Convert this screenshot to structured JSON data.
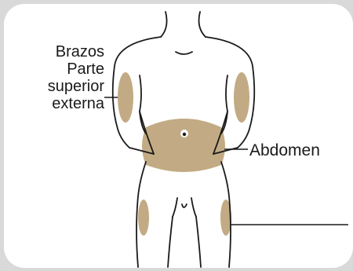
{
  "labels": {
    "arms_line_1": "Brazos",
    "arms_line_2": "Parte",
    "arms_line_3": "superior",
    "arms_line_4": "externa",
    "abdomen": "Abdomen"
  },
  "colors": {
    "background": "#d9d9d9",
    "panel": "#ffffff",
    "outline": "#1a1a1a",
    "injection_area": "#c2ab84"
  }
}
